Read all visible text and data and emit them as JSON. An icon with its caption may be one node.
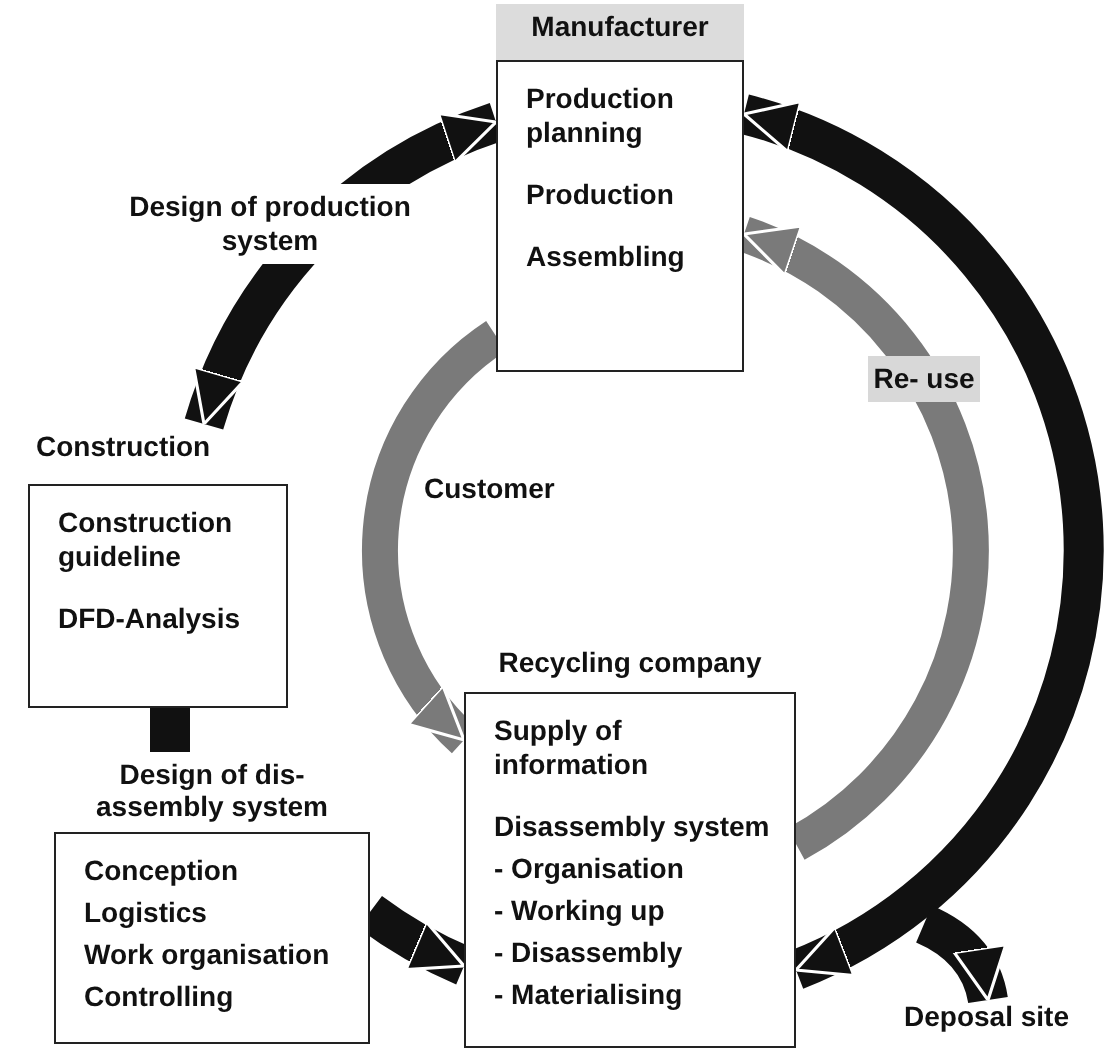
{
  "diagram": {
    "nodes": [
      {
        "text": [
          "Manufacturer",
          "Production planning",
          "Production",
          "Assembling"
        ]
      },
      {
        "text": [
          "Construction",
          "Construction guideline",
          "DFD-Analysis"
        ]
      },
      {
        "text": [
          "Design of dis- assembly system",
          "Conception",
          "Logistics",
          "Work organisation",
          "Controlling"
        ]
      },
      {
        "text": [
          "Recycling company",
          "Supply of information",
          "Disassembly system",
          "- Organisation",
          "- Working up",
          "- Disassembly",
          "- Materialising"
        ]
      },
      {
        "text": [
          "Deposal site"
        ]
      }
    ],
    "edges": [
      {
        "from": 0,
        "to": 1,
        "arrow": "both",
        "label": "Design of production system"
      },
      {
        "from": 1,
        "to": 2,
        "arrow": "none"
      },
      {
        "from": 2,
        "to": 3,
        "arrow": "to"
      },
      {
        "from": 3,
        "to": 0,
        "arrow": "both"
      },
      {
        "from": 0,
        "to": 3,
        "arrow": "to",
        "color": "#7a7a7a"
      },
      {
        "from": 3,
        "to": 0,
        "arrow": "to",
        "label": "Re- use",
        "color": "#7a7a7a"
      },
      {
        "from": null,
        "to": 4,
        "arrow": "to"
      }
    ],
    "labels": [
      "Customer"
    ]
  }
}
